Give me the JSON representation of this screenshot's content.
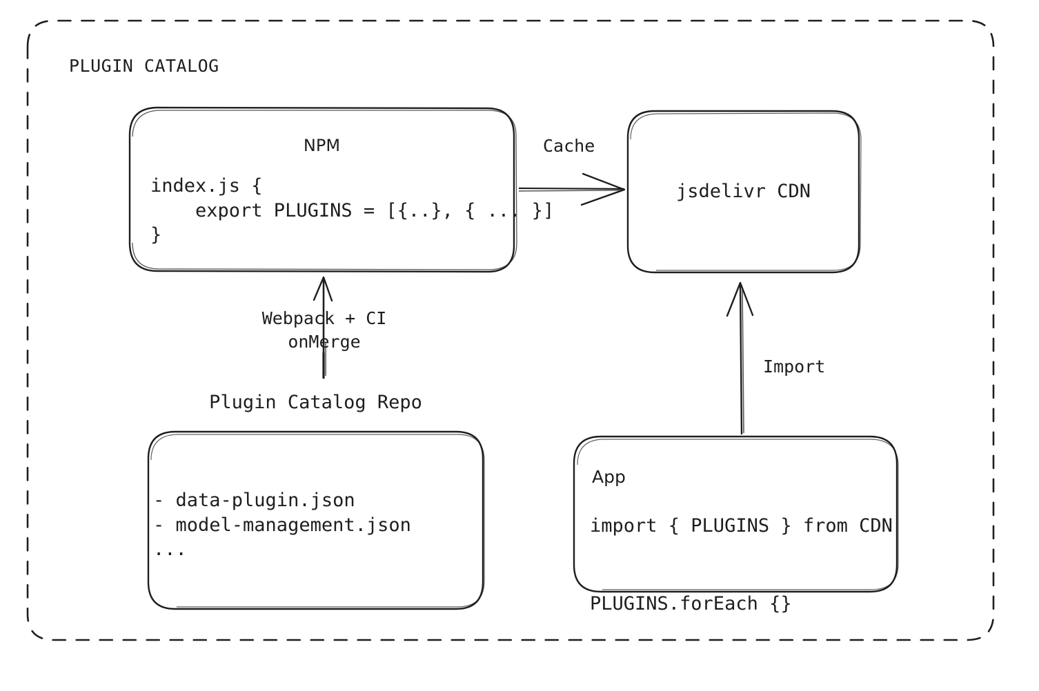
{
  "diagram": {
    "container": {
      "label": "PLUGIN CATALOG",
      "border_style": "dashed",
      "stroke": "#1e1e1e"
    },
    "colors": {
      "stroke": "#1e1e1e",
      "background": "#ffffff",
      "text": "#1e1e1e"
    },
    "nodes": {
      "npm": {
        "title": "NPM",
        "code": "index.js {\n    export PLUGINS = [{..}, { ... }]\n}"
      },
      "cdn": {
        "title": "jsdelivr CDN"
      },
      "repo": {
        "caption": "Plugin Catalog Repo",
        "files": "- data-plugin.json\n- model-management.json\n..."
      },
      "app": {
        "title": "App",
        "code": "import { PLUGINS } from CDN\n\nPLUGINS.forEach {}"
      }
    },
    "edges": {
      "cache": {
        "label": "Cache",
        "from": "npm",
        "to": "cdn",
        "direction": "right"
      },
      "build": {
        "label": "Webpack + CI\nonMerge",
        "from": "repo",
        "to": "npm",
        "direction": "up"
      },
      "import": {
        "label": "Import",
        "from": "app",
        "to": "cdn",
        "direction": "up"
      }
    }
  }
}
